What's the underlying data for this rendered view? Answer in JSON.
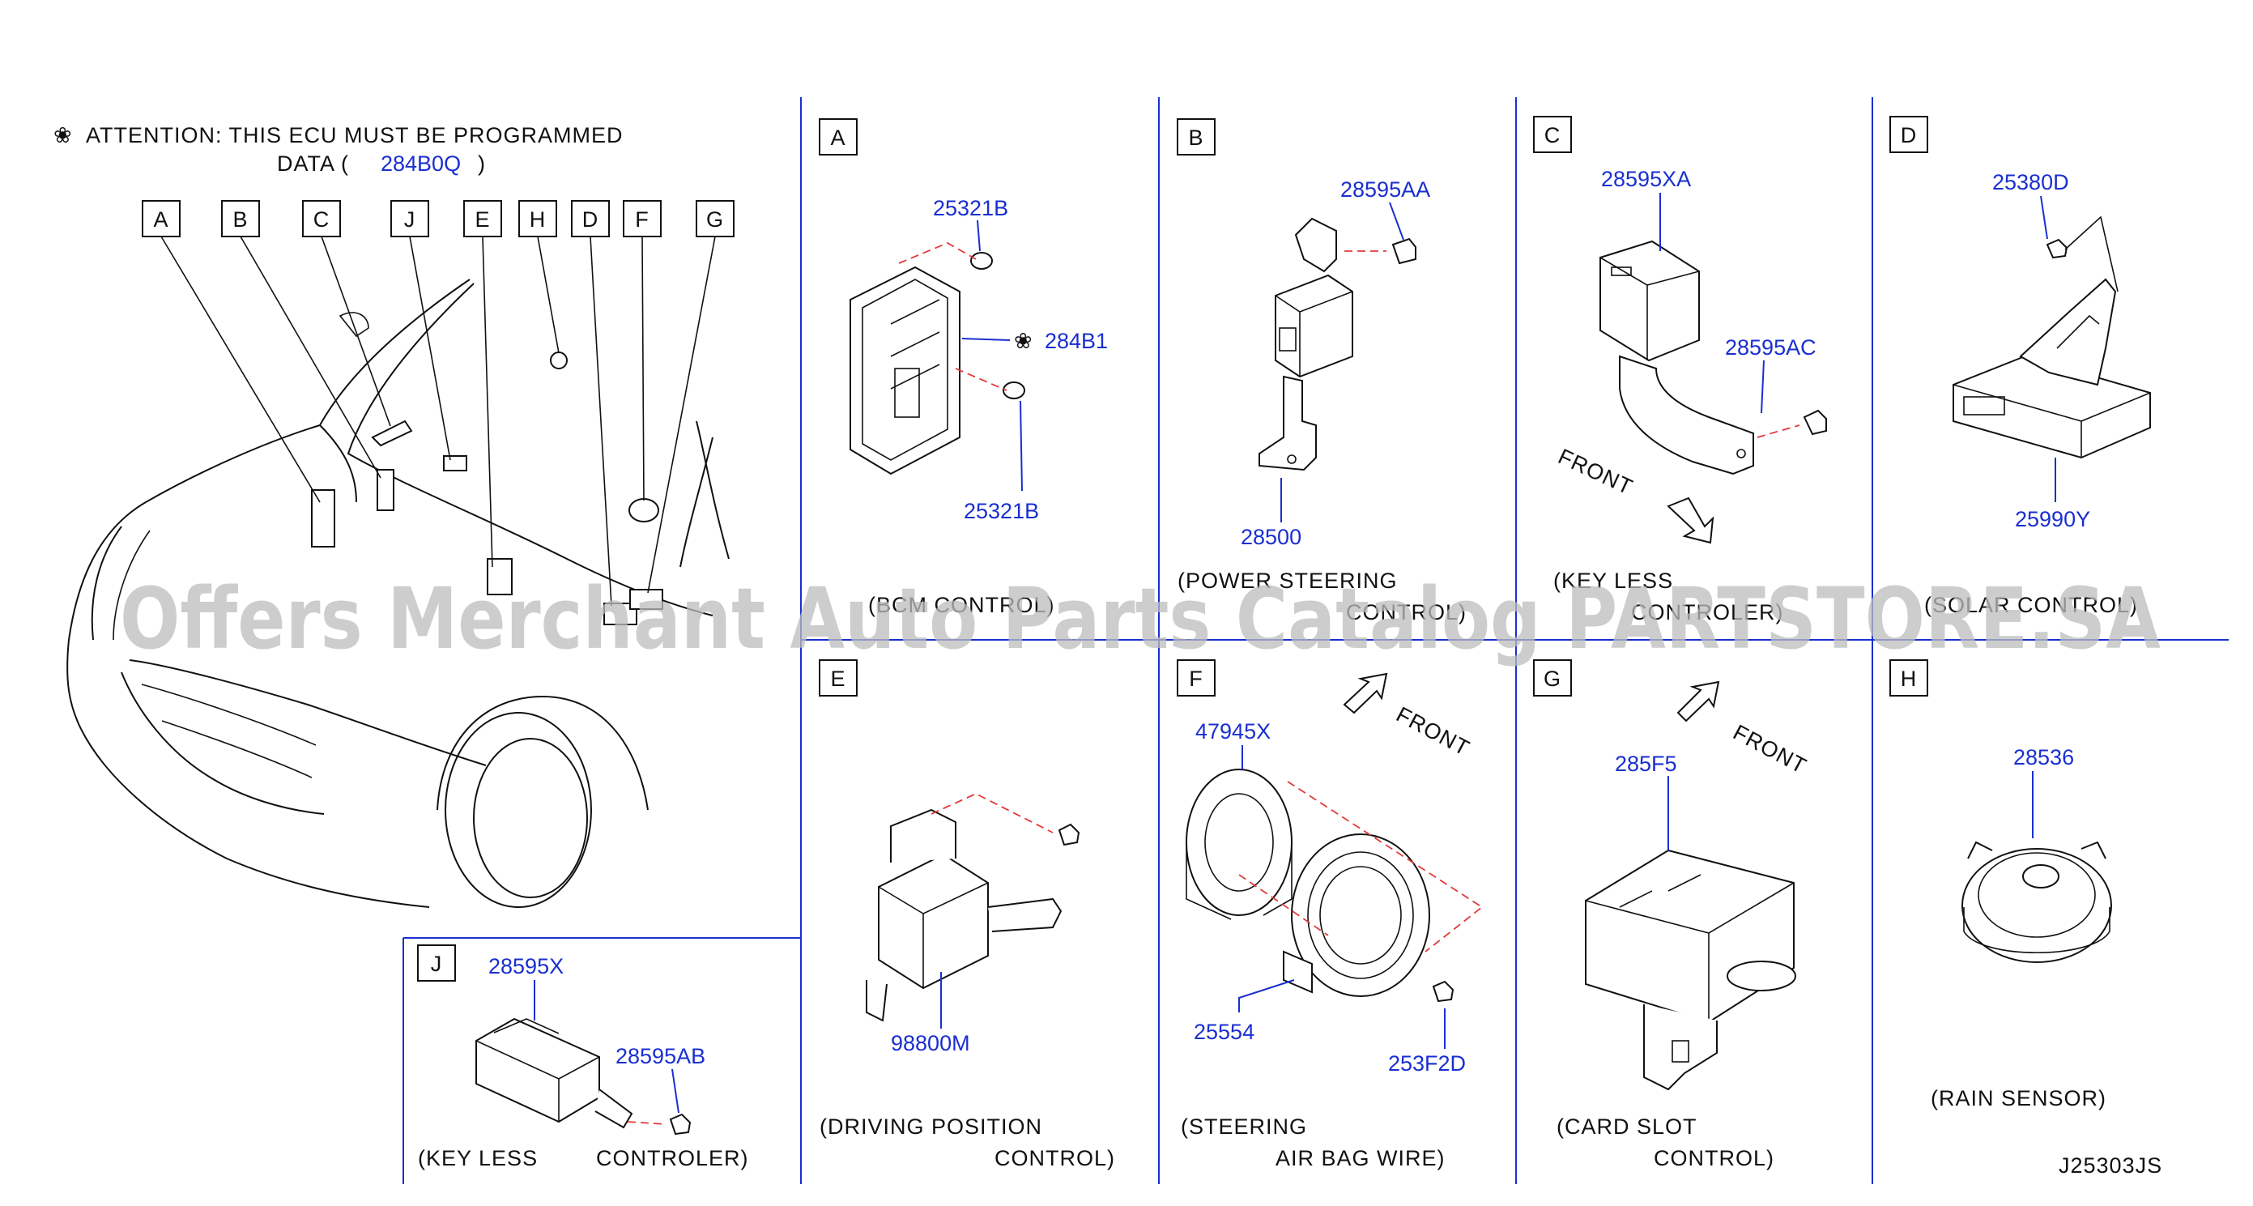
{
  "attention": {
    "symbol": "❀",
    "line1": "ATTENTION:  THIS  ECU  MUST  BE  PROGRAMMED",
    "line2_prefix": "DATA  (",
    "line2_code": "284B0Q",
    "line2_suffix": ")"
  },
  "overview_labels": [
    "A",
    "B",
    "C",
    "J",
    "E",
    "H",
    "D",
    "F",
    "G"
  ],
  "panels": {
    "A": {
      "letter": "A",
      "parts": [
        "25321B",
        "284B1",
        "25321B"
      ],
      "mark": "❀",
      "caption1": "(BCM  CONTROL)"
    },
    "B": {
      "letter": "B",
      "parts": [
        "28595AA",
        "28500"
      ],
      "caption1": "(POWER  STEERING",
      "caption2": "CONTROL)"
    },
    "C": {
      "letter": "C",
      "parts": [
        "28595XA",
        "28595AC"
      ],
      "front": "FRONT",
      "caption1": "(KEY  LESS",
      "caption2": "CONTROLER)"
    },
    "D": {
      "letter": "D",
      "parts": [
        "25380D",
        "25990Y"
      ],
      "caption1": "(SOLAR  CONTROL)"
    },
    "E": {
      "letter": "E",
      "parts": [
        "98800M"
      ],
      "caption1": "(DRIVING  POSITION",
      "caption2": "CONTROL)"
    },
    "F": {
      "letter": "F",
      "parts": [
        "47945X",
        "25554",
        "253F2D"
      ],
      "front": "FRONT",
      "caption1": "(STEERING",
      "caption2": "AIR  BAG  WIRE)"
    },
    "G": {
      "letter": "G",
      "parts": [
        "285F5"
      ],
      "front": "FRONT",
      "caption1": "(CARD  SLOT",
      "caption2": "CONTROL)"
    },
    "H": {
      "letter": "H",
      "parts": [
        "28536"
      ],
      "caption1": "(RAIN  SENSOR)"
    },
    "J": {
      "letter": "J",
      "parts": [
        "28595X",
        "28595AB"
      ],
      "caption1": "(KEY  LESS",
      "caption2": "CONTROLER)"
    }
  },
  "diagram_code": "J25303JS",
  "watermark": "Offers Merchant Auto Parts Catalog PARTSTORE.SA",
  "colors": {
    "part_numbers": "#1a2fd0",
    "dividers": "#1a2fd0",
    "leader_dashes": "#e23a3a",
    "watermark": "#bdbdbd"
  }
}
